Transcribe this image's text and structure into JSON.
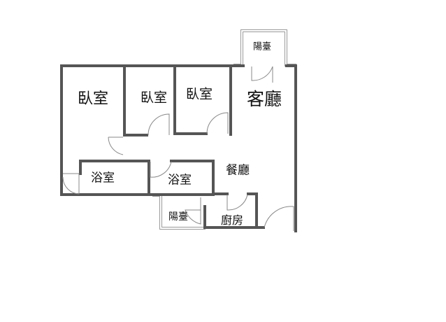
{
  "floorplan": {
    "rooms": [
      {
        "id": "bedroom-1",
        "label": "臥室"
      },
      {
        "id": "bedroom-2",
        "label": "臥室"
      },
      {
        "id": "bedroom-3",
        "label": "臥室"
      },
      {
        "id": "living-room",
        "label": "客廳"
      },
      {
        "id": "bathroom-1",
        "label": "浴室"
      },
      {
        "id": "bathroom-2",
        "label": "浴室"
      },
      {
        "id": "dining-room",
        "label": "餐廳"
      },
      {
        "id": "balcony-top",
        "label": "陽臺"
      },
      {
        "id": "balcony-bottom",
        "label": "陽臺"
      },
      {
        "id": "kitchen",
        "label": "廚房"
      }
    ],
    "colors": {
      "wall": "#555555",
      "thin": "#999999"
    }
  }
}
